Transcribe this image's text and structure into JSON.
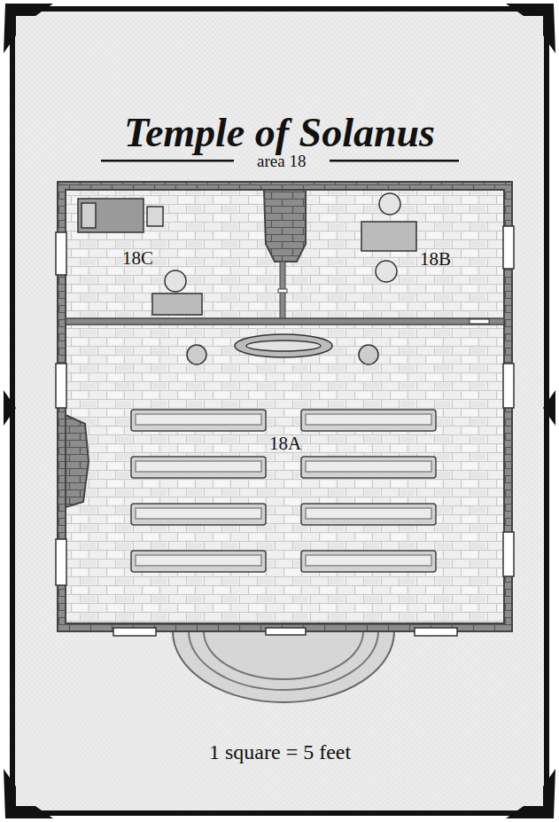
{
  "diagram": {
    "title": "Temple of Solanus",
    "labels": [
      "area 18",
      "18C",
      "18B",
      "18A",
      "1 square = 5 feet"
    ]
  }
}
